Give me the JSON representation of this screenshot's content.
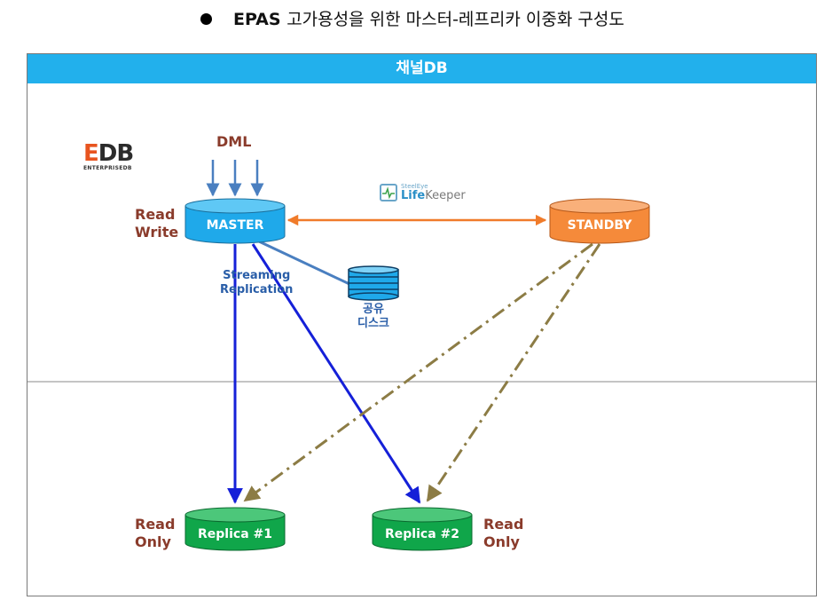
{
  "heading": {
    "prefix": "EPAS",
    "rest": "고가용성을 위한 마스터-레프리카 이중화 구성도"
  },
  "frame": {
    "title": "채널DB"
  },
  "logos": {
    "edb": {
      "letters": "EDB",
      "sub": "ENTERPRISEDB"
    },
    "lifekeeper": {
      "small": "SteelEye",
      "life": "Life",
      "keeper": "Keeper"
    }
  },
  "nodes": {
    "master": {
      "label": "MASTER",
      "color": "#1fa9ea"
    },
    "standby": {
      "label": "STANDBY",
      "color": "#f58a3a"
    },
    "replica1": {
      "label": "Replica #1",
      "color": "#10a64a"
    },
    "replica2": {
      "label": "Replica #2",
      "color": "#10a64a"
    },
    "shared_disk": {
      "line1": "공유",
      "line2": "디스크",
      "color": "#1fa9ea"
    }
  },
  "labels": {
    "dml": "DML",
    "read_write": {
      "line1": "Read",
      "line2": "Write"
    },
    "streaming": {
      "line1": "Streaming",
      "line2": "Replication"
    },
    "read_only_left": {
      "line1": "Read",
      "line2": "Only"
    },
    "read_only_right": {
      "line1": "Read",
      "line2": "Only"
    }
  },
  "colors": {
    "brown_text": "#8a3b2b",
    "replication_arrow": "#1520d8",
    "standby_dashed": "#8c7c45",
    "heartbeat": "#f07b2a",
    "dml_arrow": "#4a7fc0"
  }
}
